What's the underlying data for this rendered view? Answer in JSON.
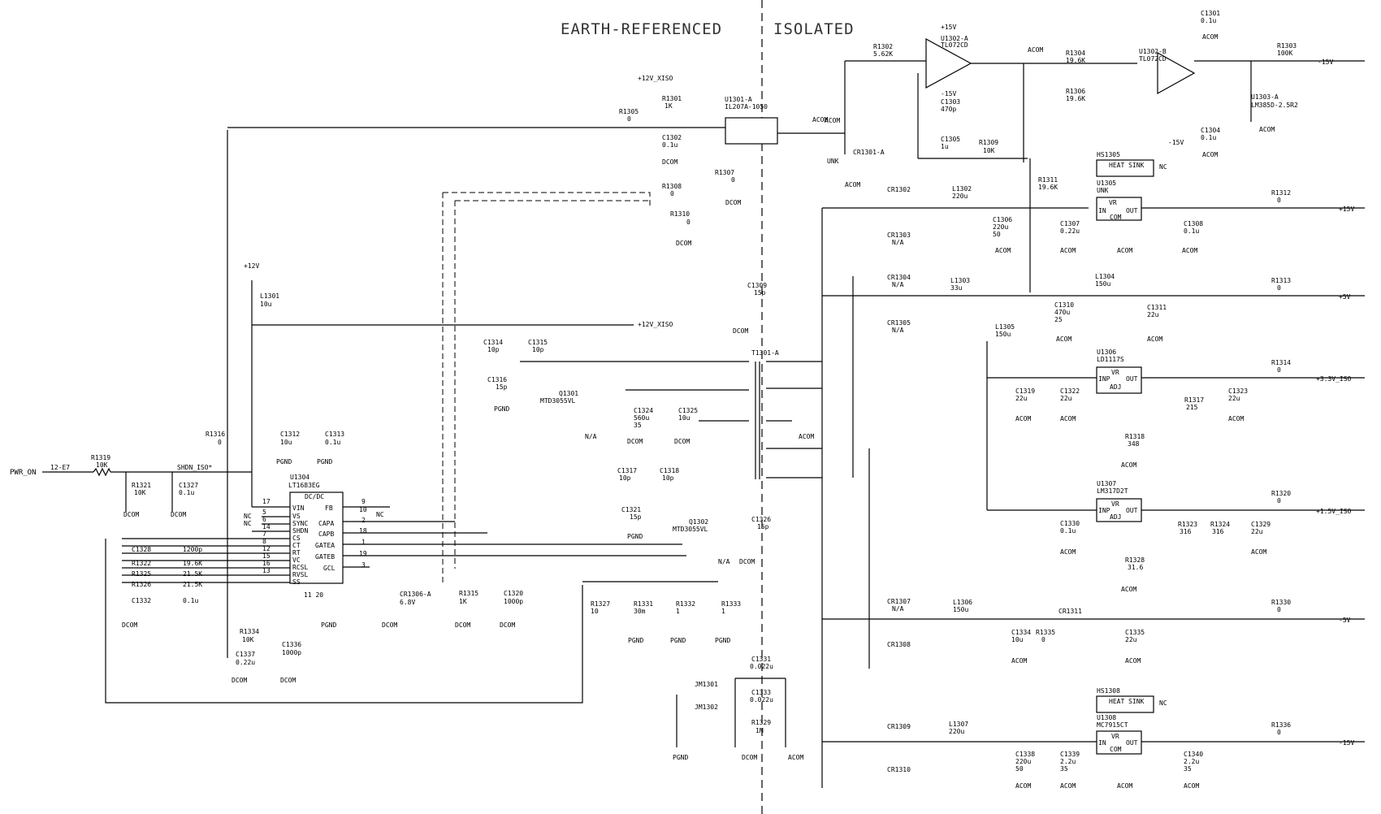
{
  "header": {
    "left": "EARTH-REFERENCED",
    "right": "ISOLATED"
  },
  "signals": {
    "pwr_on": "PWR_ON",
    "pwr_on_ref": "12-E7",
    "shdn": "SHDN_ISO*",
    "v12_xiso_top": "+12V_XISO",
    "v12_xiso_mid": "+12V_XISO",
    "v12": "+12V",
    "nc": "NC"
  },
  "grounds": {
    "dcom": "DCOM",
    "pgnd": "PGND",
    "acom": "ACOM"
  },
  "rails": {
    "p15": "+15V",
    "p5": "+5V",
    "p3v3": "+3.3V_ISO",
    "p1v5": "+1.5V_ISO",
    "m5": "-5V",
    "m15": "-15V"
  },
  "components": {
    "U1304": {
      "ref": "U1304",
      "part": "LT1683EG",
      "sub": "DC/DC",
      "pins_left": [
        "VIN",
        "VS",
        "SYNC",
        "SHDN",
        "CS",
        "CT",
        "RT",
        "VC",
        "RCSL",
        "RVSL",
        "SS"
      ],
      "pins_right": [
        "FB",
        "CAPA",
        "CAPB",
        "GATEA",
        "GATEB",
        "GCL"
      ],
      "pinnums_left": [
        "17",
        "5",
        "6",
        "14",
        "7",
        "8",
        "12",
        "15",
        "16",
        "13"
      ],
      "pinnums_right": [
        "9",
        "10",
        "2",
        "18",
        "1",
        "19",
        "3"
      ],
      "pin_bottom": "11 20"
    },
    "U1301": {
      "ref": "U1301-A",
      "part": "IL207A-1050"
    },
    "U1302A": {
      "ref": "U1302-A",
      "part": "TL072CD"
    },
    "U1302B": {
      "ref": "U1302-B",
      "part": "TL072CD"
    },
    "U1303": {
      "ref": "U1303-A",
      "part": "LM385D-2.5R2"
    },
    "U1305": {
      "ref": "U1305",
      "part": "UNK",
      "in": "IN",
      "out": "OUT",
      "vr": "VR",
      "com": "COM"
    },
    "U1306": {
      "ref": "U1306",
      "part": "LD1117S",
      "in": "INP",
      "out": "OUT",
      "vr": "VR",
      "adj": "ADJ"
    },
    "U1307": {
      "ref": "U1307",
      "part": "LM317D2T",
      "in": "INP",
      "out": "OUT",
      "vr": "VR",
      "adj": "ADJ"
    },
    "U1308": {
      "ref": "U1308",
      "part": "MC7915CT",
      "in": "IN",
      "out": "OUT",
      "vr": "VR",
      "com": "COM"
    },
    "T1301": {
      "ref": "T1301-A"
    },
    "Q1301": {
      "ref": "Q1301",
      "part": "MTD3055VL",
      "na": "N/A"
    },
    "Q1302": {
      "ref": "Q1302",
      "part": "MTD3055VL",
      "na": "N/A"
    },
    "CR1306": {
      "ref": "CR1306-A",
      "part": "6.8V"
    },
    "CR1301": {
      "ref": "CR1301-A",
      "part": "UNK"
    },
    "HS1305": {
      "ref": "HS1305",
      "part": "HEAT SINK"
    },
    "HS1308": {
      "ref": "HS1308",
      "part": "HEAT SINK"
    },
    "JM1301": {
      "ref": "JM1301"
    },
    "JM1302": {
      "ref": "JM1302"
    }
  },
  "labels": {
    "R1301": [
      "R1301",
      "1K"
    ],
    "R1302": [
      "R1302",
      "5.62K"
    ],
    "R1303": [
      "R1303",
      "100K"
    ],
    "R1304": [
      "R1304",
      "19.6K"
    ],
    "R1305": [
      "R1305",
      "0"
    ],
    "R1306": [
      "R1306",
      "19.6K"
    ],
    "R1307": [
      "R1307",
      "0"
    ],
    "R1308": [
      "R1308",
      "0"
    ],
    "R1309": [
      "R1309",
      "10K"
    ],
    "R1310": [
      "R1310",
      "0"
    ],
    "R1311": [
      "R1311",
      "19.6K"
    ],
    "R1312": [
      "R1312",
      "0"
    ],
    "R1313": [
      "R1313",
      "0"
    ],
    "R1314": [
      "R1314",
      "0"
    ],
    "R1315": [
      "R1315",
      "1K"
    ],
    "R1316": [
      "R1316",
      "0"
    ],
    "R1317": [
      "R1317",
      "215"
    ],
    "R1318": [
      "R1318",
      "348"
    ],
    "R1319": [
      "R1319",
      "10K"
    ],
    "R1320": [
      "R1320",
      "0"
    ],
    "R1321": [
      "R1321",
      "10K"
    ],
    "R1322": [
      "R1322",
      "19.6K"
    ],
    "R1323": [
      "R1323",
      "316"
    ],
    "R1324": [
      "R1324",
      "316"
    ],
    "R1325": [
      "R1325",
      "21.5K"
    ],
    "R1326": [
      "R1326",
      "21.5K"
    ],
    "R1327": [
      "R1327",
      "10"
    ],
    "R1328": [
      "R1328",
      "31.6"
    ],
    "R1329": [
      "R1329",
      "1M"
    ],
    "R1330": [
      "R1330",
      "0"
    ],
    "R1331": [
      "R1331",
      "30m"
    ],
    "R1332": [
      "R1332",
      "1"
    ],
    "R1333": [
      "R1333",
      "1"
    ],
    "R1334": [
      "R1334",
      "10K"
    ],
    "R1335": [
      "R1335",
      "0"
    ],
    "R1336": [
      "R1336",
      "0"
    ],
    "C1301": [
      "C1301",
      "0.1u"
    ],
    "C1302": [
      "C1302",
      "0.1u"
    ],
    "C1303": [
      "C1303",
      "470p"
    ],
    "C1304": [
      "C1304",
      "0.1u"
    ],
    "C1305": [
      "C1305",
      "1u"
    ],
    "C1306": [
      "C1306",
      "220u",
      "50"
    ],
    "C1307": [
      "C1307",
      "0.22u"
    ],
    "C1308": [
      "C1308",
      "0.1u"
    ],
    "C1309": [
      "C1309",
      "15p"
    ],
    "C1310": [
      "C1310",
      "470u",
      "25"
    ],
    "C1311": [
      "C1311",
      "22u"
    ],
    "C1312": [
      "C1312",
      "10u"
    ],
    "C1313": [
      "C1313",
      "0.1u"
    ],
    "C1314": [
      "C1314",
      "10p"
    ],
    "C1315": [
      "C1315",
      "10p"
    ],
    "C1316": [
      "C1316",
      "15p"
    ],
    "C1317": [
      "C1317",
      "10p"
    ],
    "C1318": [
      "C1318",
      "10p"
    ],
    "C1319": [
      "C1319",
      "22u"
    ],
    "C1320": [
      "C1320",
      "1000p"
    ],
    "C1321": [
      "C1321",
      "15p"
    ],
    "C1322": [
      "C1322",
      "22u"
    ],
    "C1323": [
      "C1323",
      "22u"
    ],
    "C1324": [
      "C1324",
      "560u",
      "35"
    ],
    "C1325": [
      "C1325",
      "10u"
    ],
    "C1326": [
      "C1326",
      "15p"
    ],
    "C1327": [
      "C1327",
      "0.1u"
    ],
    "C1328": [
      "C1328",
      "1200p"
    ],
    "C1329": [
      "C1329",
      "22u"
    ],
    "C1330": [
      "C1330",
      "0.1u"
    ],
    "C1331": [
      "C1331",
      "0.022u"
    ],
    "C1332": [
      "C1332",
      "0.1u"
    ],
    "C1333": [
      "C1333",
      "0.022u"
    ],
    "C1334": [
      "C1334",
      "10u"
    ],
    "C1335": [
      "C1335",
      "22u"
    ],
    "C1336": [
      "C1336",
      "1000p"
    ],
    "C1337": [
      "C1337",
      "0.22u"
    ],
    "C1338": [
      "C1338",
      "220u",
      "50"
    ],
    "C1339": [
      "C1339",
      "2.2u",
      "35"
    ],
    "C1340": [
      "C1340",
      "2.2u",
      "35"
    ],
    "L1301": [
      "L1301",
      "10u"
    ],
    "L1302": [
      "L1302",
      "220u"
    ],
    "L1303": [
      "L1303",
      "33u"
    ],
    "L1304": [
      "L1304",
      "150u"
    ],
    "L1305": [
      "L1305",
      "150u"
    ],
    "L1306": [
      "L1306",
      "150u"
    ],
    "L1307": [
      "L1307",
      "220u"
    ],
    "CR1302": [
      "CR1302"
    ],
    "CR1303": [
      "CR1303",
      "N/A"
    ],
    "CR1304": [
      "CR1304",
      "N/A"
    ],
    "CR1305": [
      "CR1305",
      "N/A"
    ],
    "CR1307": [
      "CR1307",
      "N/A"
    ],
    "CR1308": [
      "CR1308"
    ],
    "CR1309": [
      "CR1309"
    ],
    "CR1310": [
      "CR1310"
    ],
    "CR1311": [
      "CR1311"
    ]
  }
}
